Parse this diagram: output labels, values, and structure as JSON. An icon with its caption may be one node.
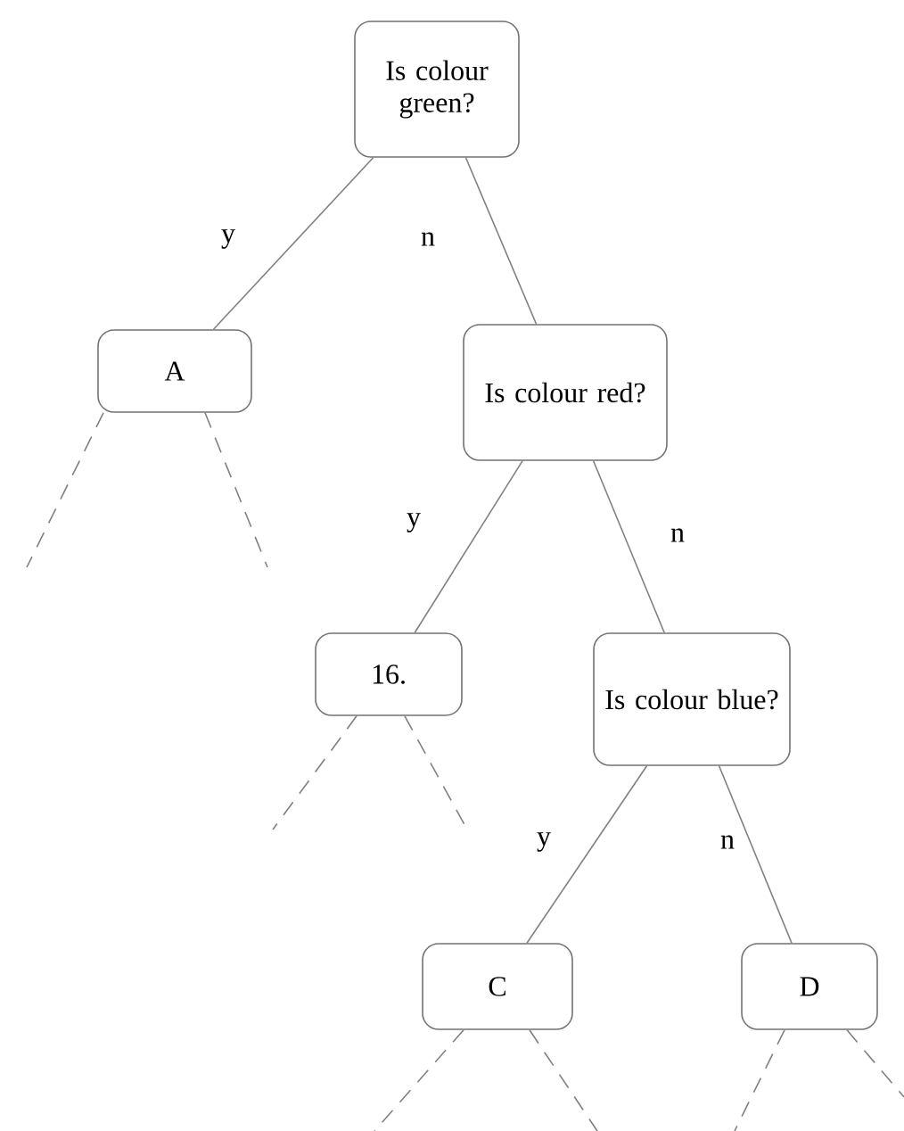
{
  "diagram": {
    "nodes": [
      {
        "text": [
          "Is colour green?"
        ]
      },
      {
        "text": [
          "A"
        ]
      },
      {
        "text": [
          "Is colour red?"
        ]
      },
      {
        "text": [
          "16."
        ]
      },
      {
        "text": [
          "Is colour blue?"
        ]
      },
      {
        "text": [
          "C"
        ]
      },
      {
        "text": [
          "D"
        ]
      }
    ],
    "edges": [
      {
        "from": 0,
        "to": 1,
        "arrow": "none",
        "label": "y"
      },
      {
        "from": 0,
        "to": 2,
        "arrow": "none",
        "label": "n"
      },
      {
        "from": 2,
        "to": 3,
        "arrow": "none",
        "label": "y"
      },
      {
        "from": 2,
        "to": 4,
        "arrow": "none",
        "label": "n"
      },
      {
        "from": 4,
        "to": 5,
        "arrow": "none",
        "label": "y"
      },
      {
        "from": 4,
        "to": 6,
        "arrow": "none",
        "label": "n"
      },
      {
        "from": 1,
        "to": null,
        "arrow": "none",
        "style": "dashed"
      },
      {
        "from": 1,
        "to": null,
        "arrow": "none",
        "style": "dashed"
      },
      {
        "from": 3,
        "to": null,
        "arrow": "none",
        "style": "dashed"
      },
      {
        "from": 3,
        "to": null,
        "arrow": "none",
        "style": "dashed"
      },
      {
        "from": 5,
        "to": null,
        "arrow": "none",
        "style": "dashed"
      },
      {
        "from": 5,
        "to": null,
        "arrow": "none",
        "style": "dashed"
      },
      {
        "from": 6,
        "to": null,
        "arrow": "none",
        "style": "dashed"
      },
      {
        "from": 6,
        "to": null,
        "arrow": "none",
        "style": "dashed"
      }
    ]
  }
}
